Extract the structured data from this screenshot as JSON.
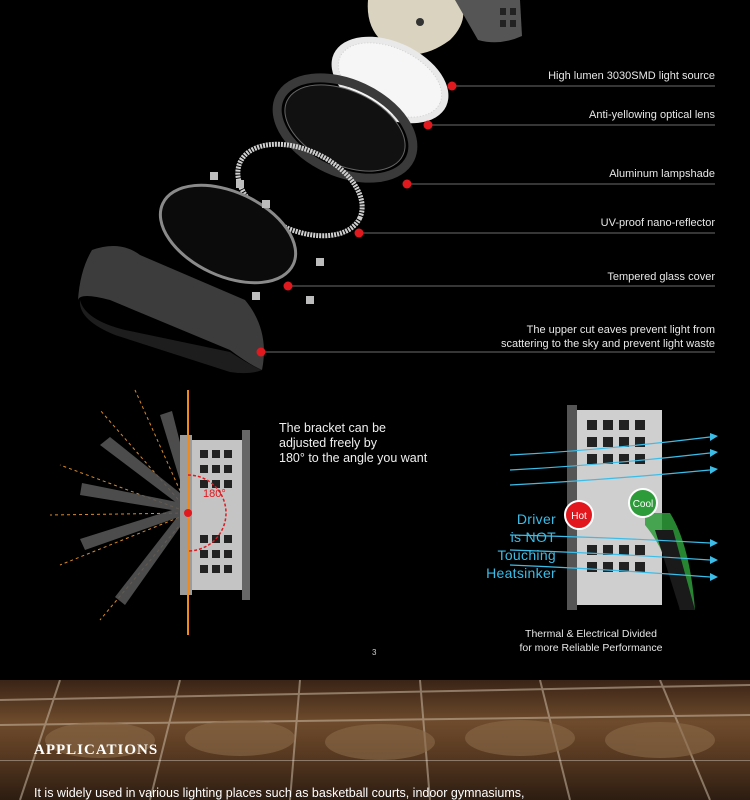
{
  "exploded_view": {
    "callouts": [
      {
        "label": "High lumen 3030SMD light source"
      },
      {
        "label": "Anti-yellowing optical lens"
      },
      {
        "label": "Aluminum lampshade"
      },
      {
        "label": "UV-proof nano-reflector"
      },
      {
        "label": "Tempered glass cover"
      },
      {
        "label_line1": "The upper cut eaves prevent light from",
        "label_line2": "scattering to the sky and prevent light waste"
      }
    ],
    "accent_color": "#e0191f"
  },
  "bracket": {
    "text_line1": "The bracket can be",
    "text_line2": "adjusted freely by",
    "text_line3": "180° to the angle you want",
    "angle_label": "180°"
  },
  "thermal": {
    "driver_line1": "Driver",
    "driver_line2": "is NOT",
    "driver_line3": "Touching",
    "driver_line4": "Heatsinker",
    "hot_label": "Hot",
    "cool_label": "Cool",
    "caption_line1": "Thermal & Electrical Divided",
    "caption_line2": "for more Reliable Performance",
    "arrow_color": "#3bbde8"
  },
  "page_number": "3",
  "applications": {
    "title": "APPLICATIONS",
    "text": "It is widely used in various lighting places such as basketball courts, indoor gymnasiums,"
  }
}
